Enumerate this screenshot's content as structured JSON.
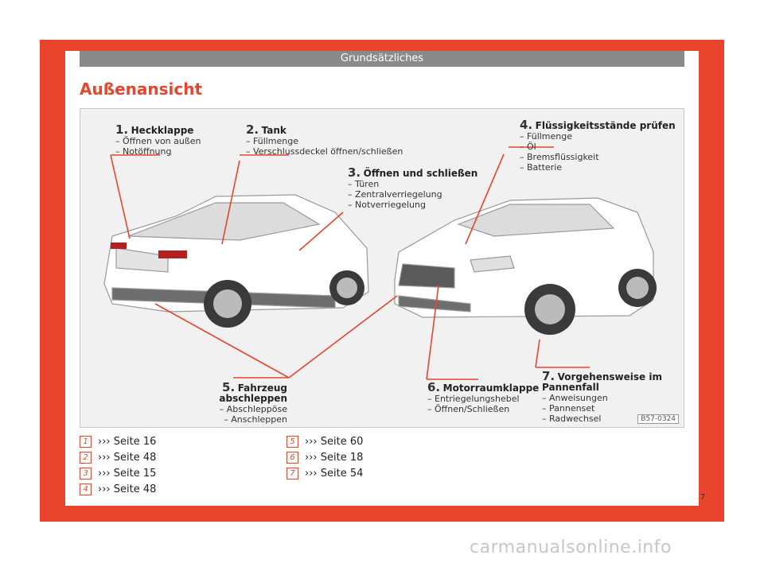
{
  "header": {
    "section": "Grundsätzliches"
  },
  "page_title": "Außenansicht",
  "figure": {
    "code": "B57-0324",
    "callouts": [
      {
        "num": "1.",
        "title": "Heckklappe",
        "items": [
          "– Öffnen von außen",
          "– Notöffnung"
        ]
      },
      {
        "num": "2.",
        "title": "Tank",
        "items": [
          "– Füllmenge",
          "– Verschlussdeckel öffnen/schließen"
        ]
      },
      {
        "num": "3.",
        "title": "Öffnen und schließen",
        "items": [
          "– Türen",
          "– Zentralverriegelung",
          "– Notverriegelung"
        ]
      },
      {
        "num": "4.",
        "title": "Flüssigkeitsstände prüfen",
        "items": [
          "– Füllmenge",
          "– Öl",
          "– Bremsflüssigkeit",
          "– Batterie"
        ]
      },
      {
        "num": "5.",
        "title": "Fahrzeug abschleppen",
        "items": [
          "– Abschleppöse",
          "– Anschleppen"
        ]
      },
      {
        "num": "6.",
        "title": "Motorraumklappe",
        "items": [
          "– Entriegelungshebel",
          "– Öffnen/Schließen"
        ]
      },
      {
        "num": "7.",
        "title": "Vorgehensweise im Pannenfall",
        "items": [
          "– Anweisungen",
          "– Pannenset",
          "– Radwechsel"
        ]
      }
    ]
  },
  "references": [
    {
      "badge": "1",
      "text": "››› Seite 16"
    },
    {
      "badge": "2",
      "text": "››› Seite 48"
    },
    {
      "badge": "3",
      "text": "››› Seite 15"
    },
    {
      "badge": "4",
      "text": "››› Seite 48"
    },
    {
      "badge": "5",
      "text": "››› Seite 60"
    },
    {
      "badge": "6",
      "text": "››› Seite 18"
    },
    {
      "badge": "7",
      "text": "››› Seite 54"
    }
  ],
  "page_number": "7",
  "watermark": "carmanualsonline.info",
  "colors": {
    "accent": "#e8452c",
    "header_bar": "#8a8a8a"
  }
}
